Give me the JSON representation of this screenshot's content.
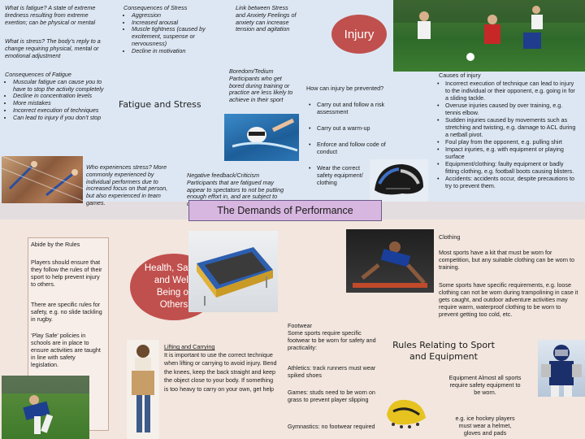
{
  "colors": {
    "top_bg": "#dde7f3",
    "bottom_bg": "#f2e6de",
    "banner_bg": "#d7b6df",
    "injury_bg": "#c0504d",
    "title_red": "#c0504d"
  },
  "fatigue": {
    "what_is_fatigue": "What is fatigue? A state of extreme tiredness resulting from extreme exertion; can be physical or mental",
    "what_is_stress": "What is stress? The body’s reply to a change requiring physical, mental or emotional adjustment",
    "consequences_fatigue_title": "Consequences of Fatigue",
    "consequences_fatigue": [
      "Muscular fatigue can cause you to have to stop the activity completely",
      "Decline in concentration levels",
      "More mistakes",
      "Incorrect execution of techniques",
      "Can lead to injury if you don’t stop"
    ],
    "consequences_stress_title": "Consequences of Stress",
    "consequences_stress": [
      "Aggression",
      "Increased arousal",
      "Muscle tightness (caused by excitement, suspense or nervousness)",
      "Decline in motivation"
    ],
    "link_stress_anxiety": "Link between Stress and Anxiety Feelings of anxiety can increase tension and agitation",
    "boredom": "Boredom/Tedium Participants who get bored during training or practice are less likely to achieve in their sport",
    "title": "Fatigue and Stress",
    "who_experiences": "Who experiences stress? More commonly experienced by individual performers due to increased focus on that person, but also experienced in team games.",
    "negative_feedback": "Negative feedback/Criticism Participants that are fatigued may appear to spectators to not be putting enough effort in, and are subject to criticism"
  },
  "injury": {
    "title": "Injury",
    "prevent_title": "How can injury be prevented?",
    "prevent_items": [
      "Carry out and follow a risk assessment",
      "Carry out a warm-up",
      "Enforce and follow code of conduct",
      "Wear the correct safety equipment/ clothing"
    ],
    "causes_title": "Causes of injury",
    "causes_items": [
      "Incorrect execution of technique can lead to injury to the individual or their opponent, e.g. going in for a sliding tackle.",
      "Overuse injuries caused by over training, e.g. tennis elbow.",
      "Sudden injuries caused by movements such as stretching and twisting, e.g. damage to ACL during a netball pivot.",
      "Foul play from the opponent, e.g. pulling shirt",
      "Impact injuries, e.g. with equipment or playing surface",
      "Equipment/clothing: faulty equipment or badly fitting clothing, e.g. football boots causing blisters.",
      "Accidents: accidents occur, despite precautions to try to prevent them."
    ]
  },
  "banner": "The Demands of Performance",
  "health": {
    "title": "Health, Safety and Well-Being of Others",
    "abide_title": "Abide by the Rules",
    "abide_p1": "Players should ensure that they follow the rules of their sport to help prevent injury to others.",
    "abide_p2": "There are specific rules for safety, e.g. no slide tackling in rugby.",
    "abide_p3": "‘Play Safe’ policies in schools are in place to ensure activities are taught in line with safety legislation.",
    "lifting_title": "Lifting and Carrying",
    "lifting_text": "It is important to use the correct technique when lifting or carrying to avoid injury. Bend the knees, keep the back straight and keep the object close to your body. If something is too heavy to carry on your own, get help"
  },
  "rules": {
    "title": "Rules Relating to Sport and Equipment",
    "clothing_title": "Clothing",
    "clothing_p1": "Most sports have a kit that must be worn for competition, but any suitable clothing can be worn to training.",
    "clothing_p2": "Some sports have specific requirements, e.g. loose clothing can not be worn during trampolining in case it gets caught, and outdoor adventure activities may require warm, waterproof clothing to be worn to prevent getting too cold, etc.",
    "footwear_title": "Footwear",
    "footwear_p1": "Some sports require specific footwear to be worn for safety and practicality:",
    "footwear_p2": "Athletics: track runners must wear spiked shoes",
    "footwear_p3": "Games: studs need to be worn on grass to prevent player slipping",
    "footwear_p4": "Gymnastics: no footwear required",
    "equipment_p1": "Equipment Almost all sports require safety equipment to be worn.",
    "equipment_p2": "e.g. ice hockey players must wear a helmet, gloves and pads"
  }
}
